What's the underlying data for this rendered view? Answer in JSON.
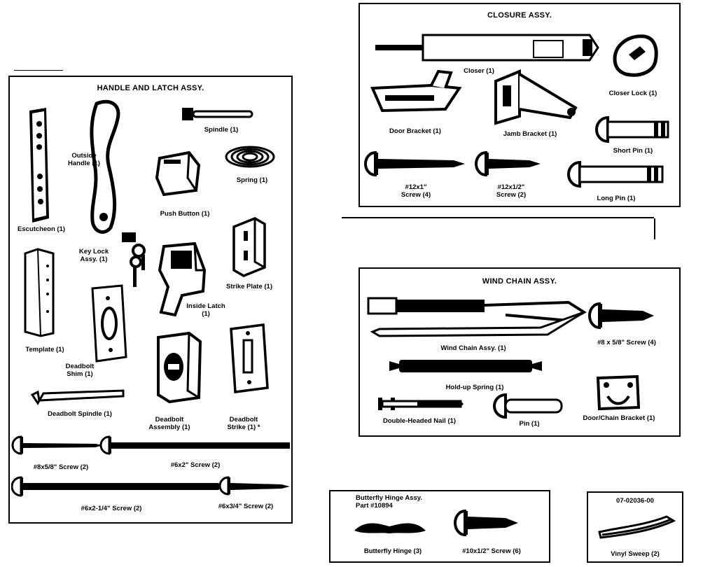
{
  "handle_latch": {
    "title": "HANDLE AND LATCH ASSY.",
    "labels": {
      "escutcheon": "Escutcheon (1)",
      "outside_handle": "Outside Handle (1)",
      "spindle": "Spindle (1)",
      "spring": "Spring (1)",
      "push_button": "Push Button (1)",
      "key_lock": "Key Lock Assy. (1)",
      "template": "Template (1)",
      "inside_latch": "Inside Latch (1)",
      "strike_plate": "Strike Plate (1)",
      "deadbolt_shim": "Deadbolt Shim (1)",
      "deadbolt_spindle": "Deadbolt Spindle (1)",
      "deadbolt_assembly": "Deadbolt Assembly (1)",
      "deadbolt_strike": "Deadbolt Strike (1) *",
      "screw_6x58": "#8x5/8\" Screw (2)",
      "screw_6x2": "#6x2\" Screw (2)",
      "screw_6x214": "#6x2-1/4\" Screw (2)",
      "screw_6x34": "#6x3/4\" Screw (2)"
    }
  },
  "closure": {
    "title": "CLOSURE ASSY.",
    "labels": {
      "closer": "Closer (1)",
      "closer_lock": "Closer Lock (1)",
      "door_bracket": "Door Bracket (1)",
      "jamb_bracket": "Jamb Bracket (1)",
      "short_pin": "Short Pin (1)",
      "screw_12x1": "#12x1\" Screw (4)",
      "screw_12x12": "#12x1/2\" Screw (2)",
      "long_pin": "Long Pin (1)"
    }
  },
  "wind_chain": {
    "title": "WIND CHAIN ASSY.",
    "labels": {
      "wind_chain": "Wind Chain Assy. (1)",
      "screw_8x58": "#8 x 5/8\" Screw (4)",
      "holdup_spring": "Hold-up Spring (1)",
      "double_nail": "Double-Headed Nail (1)",
      "pin": "Pin (1)",
      "door_chain_bracket": "Door/Chain Bracket (1)"
    }
  },
  "butterfly": {
    "header_line1": "Butterfly Hinge Assy.",
    "header_line2": "Part #10894",
    "labels": {
      "hinge": "Butterfly Hinge (3)",
      "screw": "#10x1/2\" Screw (6)"
    }
  },
  "vinyl": {
    "part_number": "07-02036-00",
    "label": "Vinyl Sweep (2)"
  }
}
